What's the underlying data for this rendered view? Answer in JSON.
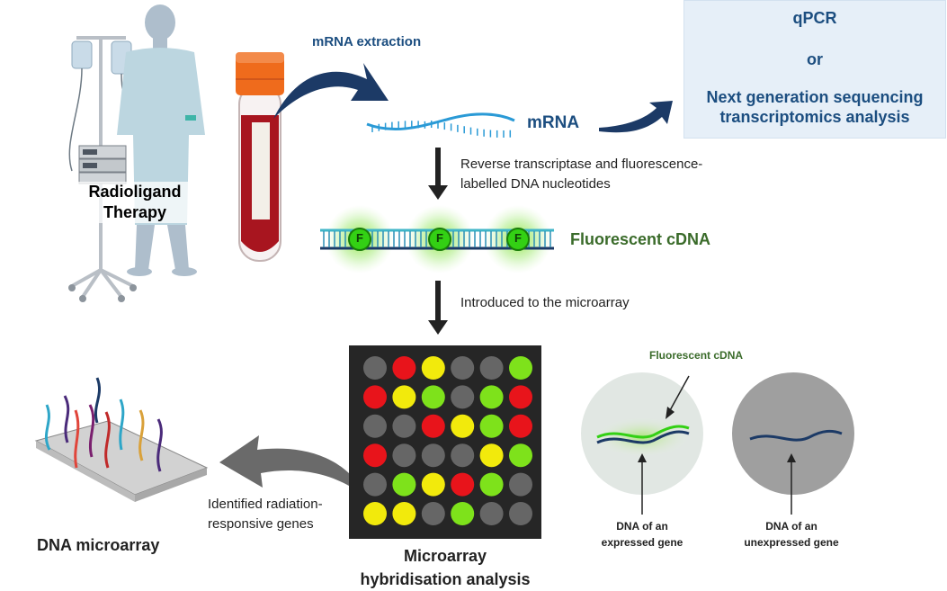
{
  "patient": {
    "label_line1": "Radioligand",
    "label_line2": "Therapy"
  },
  "extraction": {
    "label": "mRNA extraction"
  },
  "mrna": {
    "label": "mRNA"
  },
  "analysis_box": {
    "line1": "qPCR",
    "line2": "or",
    "line3": "Next generation sequencing",
    "line4": "transcriptomics analysis"
  },
  "step_reverse": {
    "line1": "Reverse transcriptase and fluorescence-",
    "line2": "labelled DNA nucleotides"
  },
  "cdna": {
    "label": "Fluorescent cDNA",
    "marker": "F"
  },
  "step_introduce": {
    "label": "Introduced to the microarray"
  },
  "microarray": {
    "label_line1": "Microarray",
    "label_line2": "hybridisation analysis",
    "grid": [
      [
        "gray",
        "red",
        "yellow",
        "gray",
        "gray",
        "green"
      ],
      [
        "red",
        "yellow",
        "green",
        "gray",
        "green",
        "red"
      ],
      [
        "gray",
        "gray",
        "red",
        "yellow",
        "green",
        "red"
      ],
      [
        "red",
        "gray",
        "gray",
        "gray",
        "yellow",
        "green"
      ],
      [
        "gray",
        "green",
        "yellow",
        "red",
        "green",
        "gray"
      ],
      [
        "yellow",
        "yellow",
        "gray",
        "green",
        "gray",
        "gray"
      ]
    ]
  },
  "colors": {
    "red": "#e8141b",
    "yellow": "#f2ea0c",
    "green": "#7ee21b",
    "gray": "#666666",
    "navy": "#1c3a66",
    "blue_text": "#1c4e80",
    "green_text": "#3a6b2a"
  },
  "identified": {
    "line1": "Identified radiation-",
    "line2": "responsive genes"
  },
  "dna_microarray": {
    "label": "DNA microarray"
  },
  "expressed": {
    "pointer_label": "Fluorescent cDNA",
    "line1": "DNA of an",
    "line2": "expressed gene"
  },
  "unexpressed": {
    "line1": "DNA of an",
    "line2": "unexpressed gene"
  }
}
